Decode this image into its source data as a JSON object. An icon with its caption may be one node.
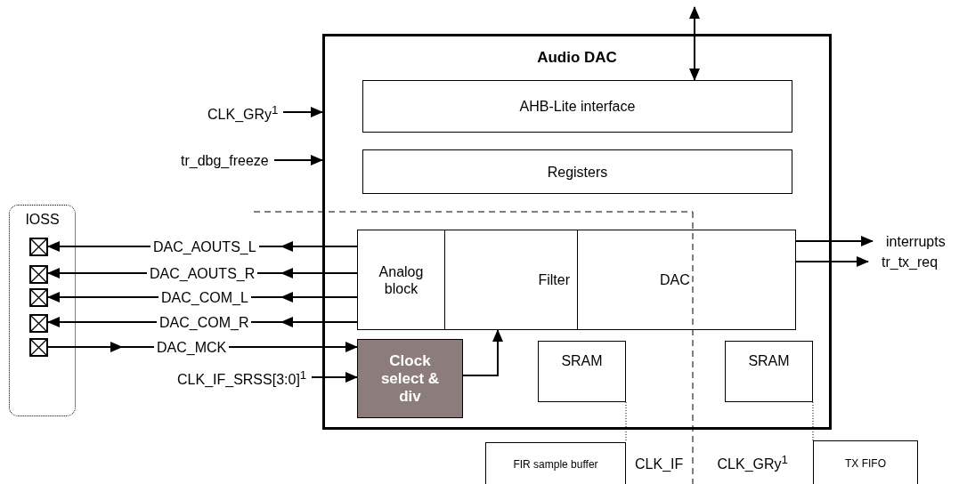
{
  "diagram": {
    "nodes": [
      {
        "text": [
          "Audio DAC"
        ]
      },
      {
        "text": [
          "AHB-Lite interface"
        ],
        "in": 0
      },
      {
        "text": [
          "Registers"
        ],
        "in": 0
      },
      {
        "text": [
          "Analog block"
        ],
        "in": 0
      },
      {
        "text": [
          "Filter"
        ],
        "in": 0
      },
      {
        "text": [
          "DAC"
        ],
        "in": 0
      },
      {
        "text": [
          "Clock select & div"
        ],
        "in": 0
      },
      {
        "text": [
          "SRAM"
        ],
        "in": 0
      },
      {
        "text": [
          "SRAM"
        ],
        "in": 0
      },
      {
        "text": [
          "IOSS"
        ]
      },
      {
        "text": [],
        "shape": "box",
        "in": 9
      },
      {
        "text": [],
        "shape": "box",
        "in": 9
      },
      {
        "text": [],
        "shape": "box",
        "in": 9
      },
      {
        "text": [],
        "shape": "box",
        "in": 9
      },
      {
        "text": [],
        "shape": "box",
        "in": 9
      },
      {
        "text": [
          "FIR sample buffer"
        ]
      },
      {
        "text": [
          "TX FIFO"
        ]
      }
    ],
    "edges": [
      {
        "from": null,
        "to": 1,
        "arrow": "both"
      },
      {
        "from": null,
        "to": 0,
        "arrow": "to",
        "label": "CLK_GRy$^{1}$"
      },
      {
        "from": null,
        "to": 0,
        "arrow": "to",
        "label": "tr_dbg_freeze"
      },
      {
        "from": 3,
        "to": 10,
        "arrow": "to",
        "label": "DAC_AOUTS_L"
      },
      {
        "from": 3,
        "to": 11,
        "arrow": "to",
        "label": "DAC_AOUTS_R"
      },
      {
        "from": 3,
        "to": 12,
        "arrow": "to",
        "label": "DAC_COM_L"
      },
      {
        "from": 3,
        "to": 13,
        "arrow": "to",
        "label": "DAC_COM_R"
      },
      {
        "from": 14,
        "to": 6,
        "arrow": "to",
        "label": "DAC_MCK"
      },
      {
        "from": null,
        "to": 6,
        "arrow": "to",
        "label": "CLK_IF_SRSS[3:0]$^{1}$"
      },
      {
        "from": 6,
        "to": 4,
        "arrow": "to"
      },
      {
        "from": 5,
        "to": null,
        "arrow": "to",
        "label": "interrupts"
      },
      {
        "from": 5,
        "to": null,
        "arrow": "to",
        "label": "tr_tx_req"
      },
      {
        "from": 7,
        "to": 15,
        "arrow": "none",
        "style": "dashed"
      },
      {
        "from": 8,
        "to": 16,
        "arrow": "none",
        "style": "dashed"
      }
    ],
    "labels": [
      "CLK_IF",
      "CLK_GRy$^{1}$"
    ]
  }
}
